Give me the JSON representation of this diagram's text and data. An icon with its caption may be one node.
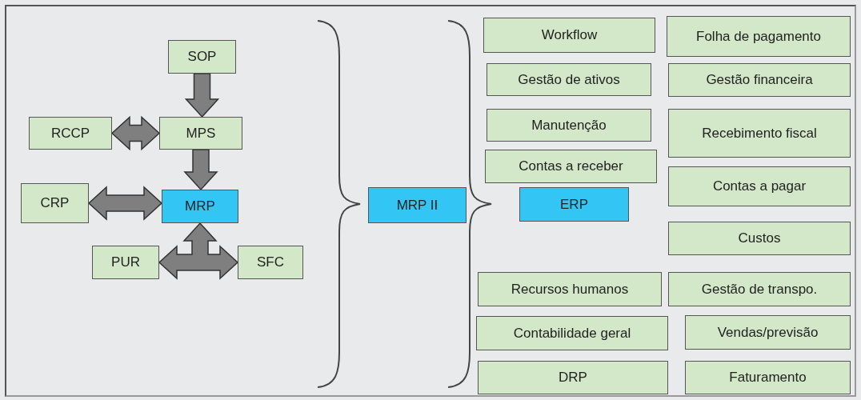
{
  "diagram": {
    "nodes": [
      {
        "text": [
          "SOP"
        ]
      },
      {
        "text": [
          "RCCP"
        ]
      },
      {
        "text": [
          "MPS"
        ]
      },
      {
        "text": [
          "CRP"
        ]
      },
      {
        "text": [
          "MRP"
        ]
      },
      {
        "text": [
          "PUR"
        ]
      },
      {
        "text": [
          "SFC"
        ]
      },
      {
        "text": [
          "MRP II"
        ]
      },
      {
        "text": [
          "Workflow"
        ]
      },
      {
        "text": [
          "Folha de pagamento"
        ]
      },
      {
        "text": [
          "Gestão de ativos"
        ]
      },
      {
        "text": [
          "Gestão financeira"
        ]
      },
      {
        "text": [
          "Manutenção"
        ]
      },
      {
        "text": [
          "Recebimento fiscal"
        ]
      },
      {
        "text": [
          "Contas a receber"
        ]
      },
      {
        "text": [
          "ERP"
        ]
      },
      {
        "text": [
          "Contas a pagar"
        ]
      },
      {
        "text": [
          "Custos"
        ]
      },
      {
        "text": [
          "Recursos humanos"
        ]
      },
      {
        "text": [
          "Gestão de transpo."
        ]
      },
      {
        "text": [
          "Contabilidade geral"
        ]
      },
      {
        "text": [
          "Vendas/previsão"
        ]
      },
      {
        "text": [
          "DRP"
        ]
      },
      {
        "text": [
          "Faturamento"
        ]
      }
    ],
    "edges": [
      {
        "from": 0,
        "to": 2,
        "arrow": "to"
      },
      {
        "from": 1,
        "to": 2,
        "arrow": "both"
      },
      {
        "from": 2,
        "to": 4,
        "arrow": "to"
      },
      {
        "from": 3,
        "to": 4,
        "arrow": "both"
      },
      {
        "from": 4,
        "to": 5,
        "arrow": "both"
      },
      {
        "from": 4,
        "to": 6,
        "arrow": "both"
      }
    ]
  }
}
